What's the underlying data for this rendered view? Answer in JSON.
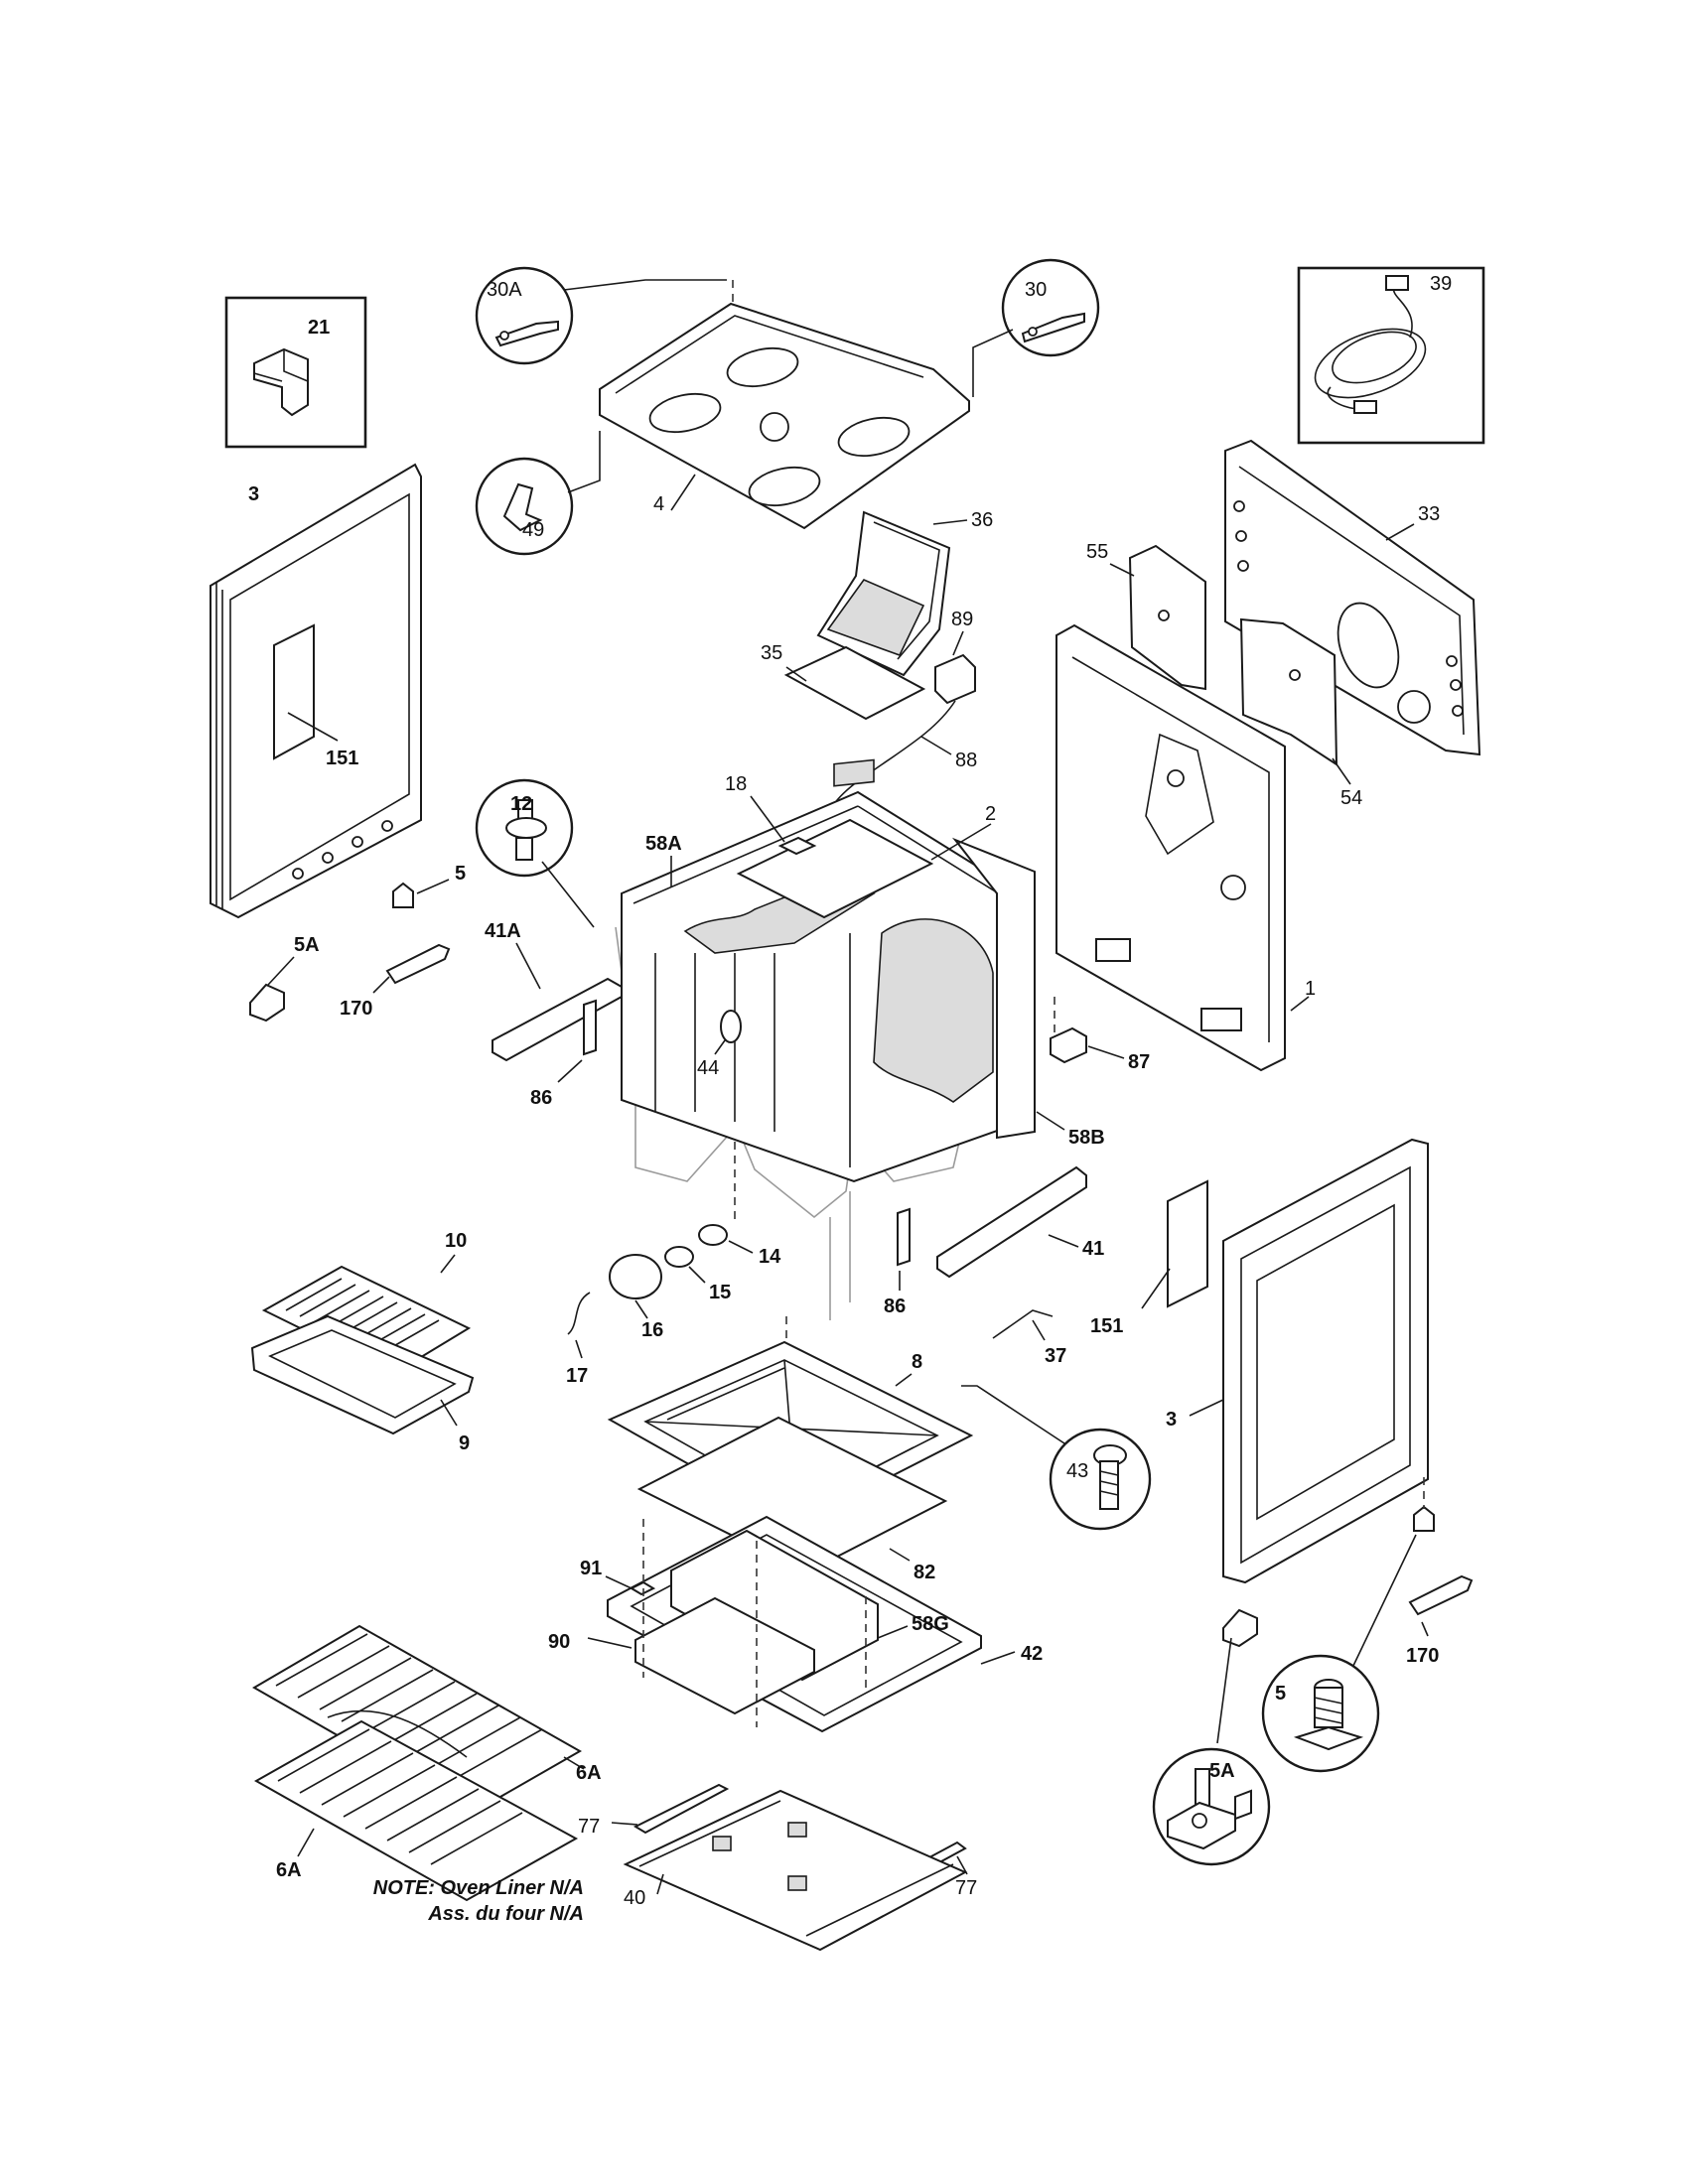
{
  "labels": {
    "p30A": "30A",
    "p30": "30",
    "p39": "39",
    "p21": "21",
    "p49": "49",
    "p4": "4",
    "p36": "36",
    "p33": "33",
    "p55": "55",
    "p35": "35",
    "p89": "89",
    "p88": "88",
    "p54": "54",
    "p3a": "3",
    "p151a": "151",
    "p12": "12",
    "p18": "18",
    "p58A": "58A",
    "p2": "2",
    "p1": "1",
    "p5a": "5",
    "p5Aa": "5A",
    "p170a": "170",
    "p41A": "41A",
    "p87": "87",
    "p86a": "86",
    "p44": "44",
    "p58B": "58B",
    "p10": "10",
    "p14": "14",
    "p15": "15",
    "p16": "16",
    "p17": "17",
    "p86b": "86",
    "p41": "41",
    "p151b": "151",
    "p37": "37",
    "p9": "9",
    "p8": "8",
    "p3b": "3",
    "p43": "43",
    "p82": "82",
    "p91": "91",
    "p58G": "58G",
    "p90": "90",
    "p42": "42",
    "p6Aa": "6A",
    "p6Ab": "6A",
    "p77a": "77",
    "p77b": "77",
    "p40": "40",
    "p170b": "170",
    "p5b": "5",
    "p5Ab": "5A"
  },
  "note": {
    "line1": "NOTE: Oven Liner N/A",
    "line2": "Ass. du four N/A"
  }
}
